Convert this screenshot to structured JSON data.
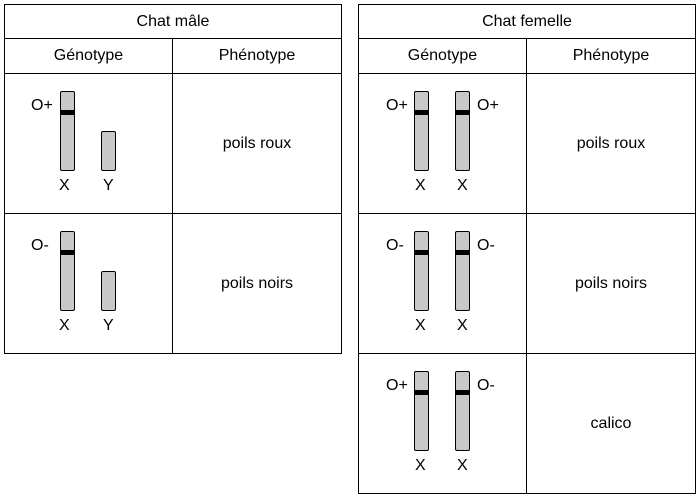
{
  "male": {
    "title": "Chat mâle",
    "genotype_header": "Génotype",
    "phenotype_header": "Phénotype",
    "rows": [
      {
        "allele": "O+",
        "chrom1": "X",
        "chrom2": "Y",
        "phenotype": "poils roux"
      },
      {
        "allele": "O-",
        "chrom1": "X",
        "chrom2": "Y",
        "phenotype": "poils noirs"
      }
    ]
  },
  "female": {
    "title": "Chat femelle",
    "genotype_header": "Génotype",
    "phenotype_header": "Phénotype",
    "rows": [
      {
        "allele1": "O+",
        "allele2": "O+",
        "chrom1": "X",
        "chrom2": "X",
        "phenotype": "poils roux"
      },
      {
        "allele1": "O-",
        "allele2": "O-",
        "chrom1": "X",
        "chrom2": "X",
        "phenotype": "poils noirs"
      },
      {
        "allele1": "O+",
        "allele2": "O-",
        "chrom1": "X",
        "chrom2": "X",
        "phenotype": "calico"
      }
    ]
  },
  "colors": {
    "chromosome": "#c8c8c8",
    "band": "#000000",
    "border": "#000000"
  }
}
